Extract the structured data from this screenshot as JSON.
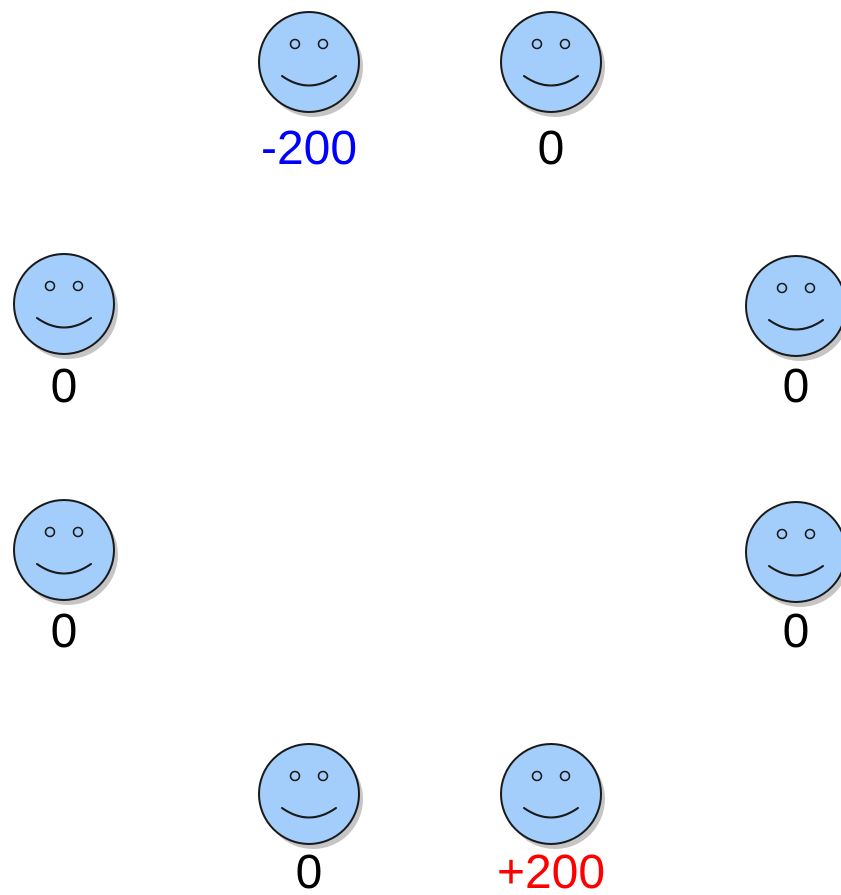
{
  "colors": {
    "face_fill": "#a3cdfb",
    "outline": "#1a1a1a",
    "shadow": "#bfbfbf",
    "neutral_value": "#000000",
    "negative_value": "#0000ff",
    "positive_value": "#ff0000"
  },
  "people": [
    {
      "icon": "smiley-face-icon",
      "value": "-200",
      "tone": "negative"
    },
    {
      "icon": "smiley-face-icon",
      "value": "0",
      "tone": "neutral"
    },
    {
      "icon": "smiley-face-icon",
      "value": "0",
      "tone": "neutral"
    },
    {
      "icon": "smiley-face-icon",
      "value": "0",
      "tone": "neutral"
    },
    {
      "icon": "smiley-face-icon",
      "value": "0",
      "tone": "neutral"
    },
    {
      "icon": "smiley-face-icon",
      "value": "0",
      "tone": "neutral"
    },
    {
      "icon": "smiley-face-icon",
      "value": "0",
      "tone": "neutral"
    },
    {
      "icon": "smiley-face-icon",
      "value": "+200",
      "tone": "positive"
    }
  ]
}
